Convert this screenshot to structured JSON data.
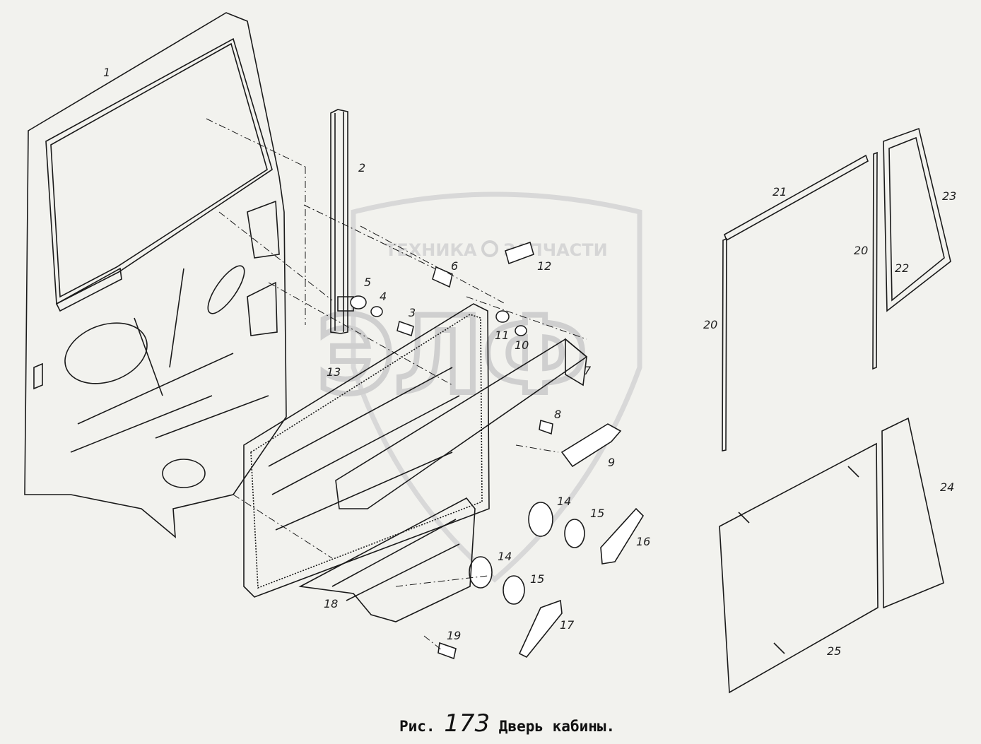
{
  "watermark": {
    "brand_left": "ТЕХНИКА",
    "brand_right": "ЗАПЧАСТИ",
    "logo_letters": "ЭЛФ"
  },
  "caption": {
    "prefix": "Рис.",
    "number": "173",
    "title": "Дверь кабины."
  },
  "callouts": {
    "c1": "1",
    "c2": "2",
    "c3": "3",
    "c4": "4",
    "c5": "5",
    "c6": "6",
    "c7": "7",
    "c8": "8",
    "c9": "9",
    "c10": "10",
    "c11": "11",
    "c12": "12",
    "c13": "13",
    "c14a": "14",
    "c14b": "14",
    "c15a": "15",
    "c15b": "15",
    "c16": "16",
    "c17": "17",
    "c18": "18",
    "c19": "19",
    "c20a": "20",
    "c20b": "20",
    "c21": "21",
    "c22": "22",
    "c23": "23",
    "c24": "24",
    "c25": "25"
  },
  "colors": {
    "ink": "#1a1a1a",
    "paper": "#f2f2ee",
    "watermark": "#d2d2d2"
  }
}
